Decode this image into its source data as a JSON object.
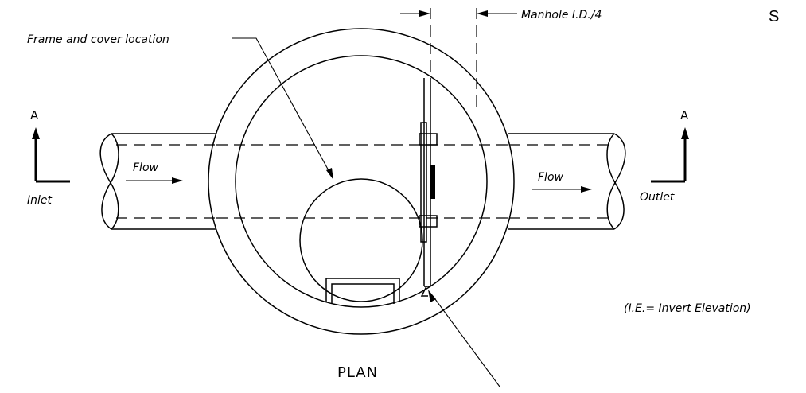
{
  "diagram": {
    "labels": {
      "frame_cover": "Frame and cover location",
      "manhole_id": "Manhole I.D./4",
      "s_marker": "S",
      "section_left": "A",
      "section_right": "A",
      "flow_left": "Flow",
      "flow_right": "Flow",
      "inlet": "Inlet",
      "outlet": "Outlet",
      "ie_note": "(I.E.= Invert Elevation)",
      "plan": "PLAN"
    }
  }
}
